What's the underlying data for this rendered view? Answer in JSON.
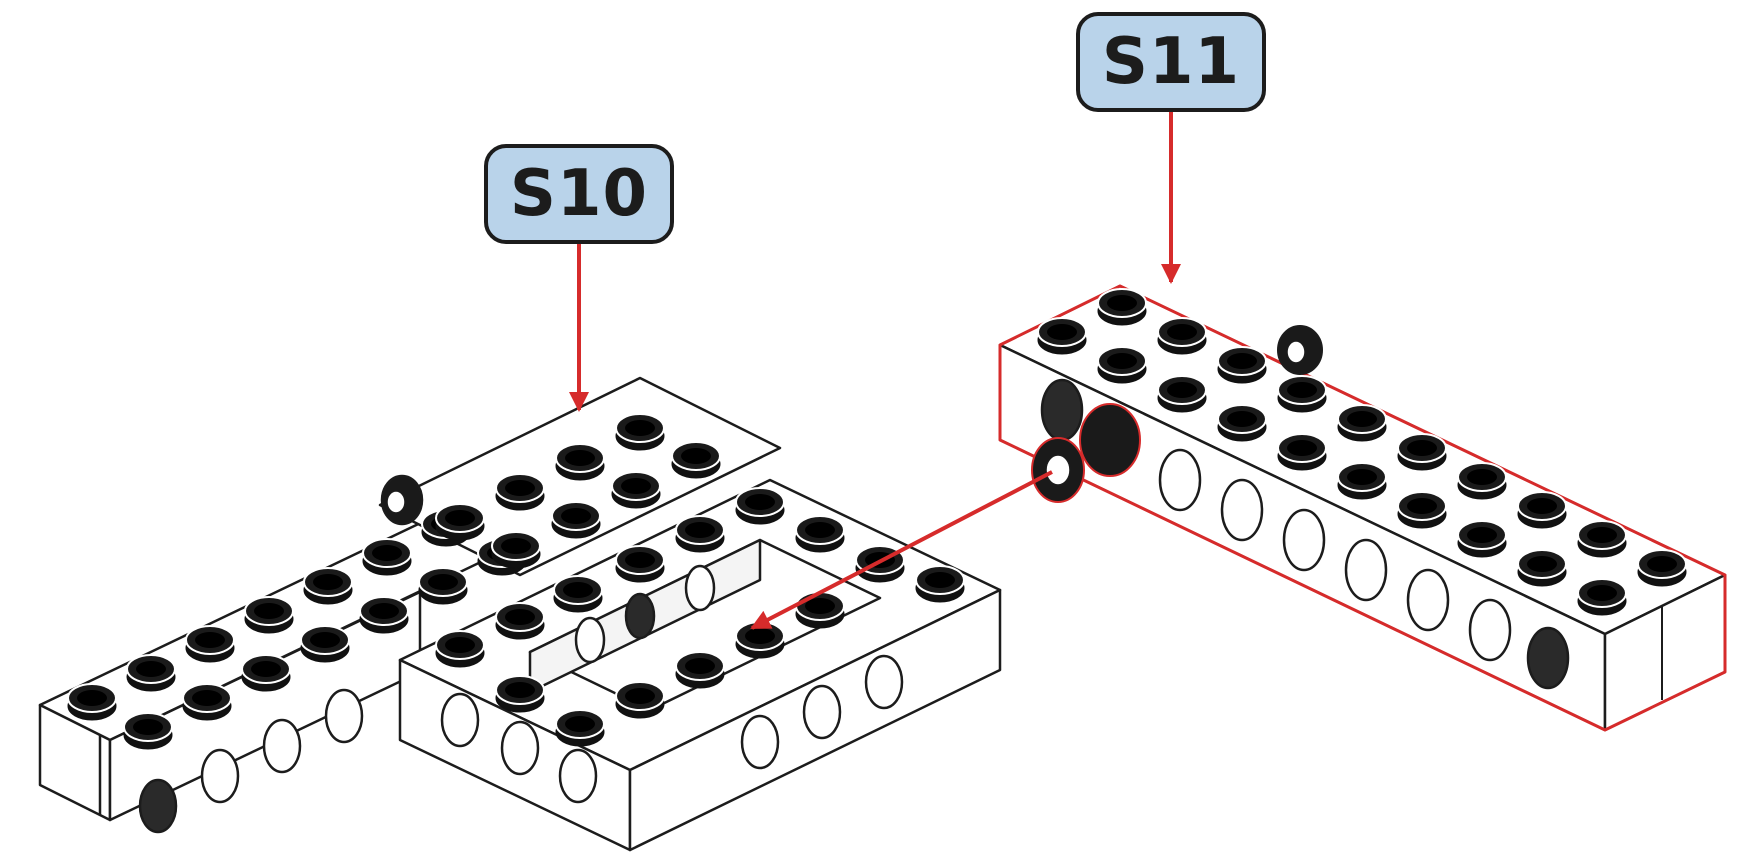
{
  "steps": [
    {
      "id": "s10",
      "label": "S10"
    },
    {
      "id": "s11",
      "label": "S11"
    }
  ],
  "colors": {
    "label_fill": "#b9d3ea",
    "arrow": "#d62b2b",
    "highlight_outline": "#d62b2b",
    "brick": "#ffffff",
    "stud": "#111111",
    "pin": "#1a1a1a"
  },
  "icons": [
    "brick-assembly",
    "technic-beam",
    "technic-pin",
    "insertion-arrow"
  ]
}
